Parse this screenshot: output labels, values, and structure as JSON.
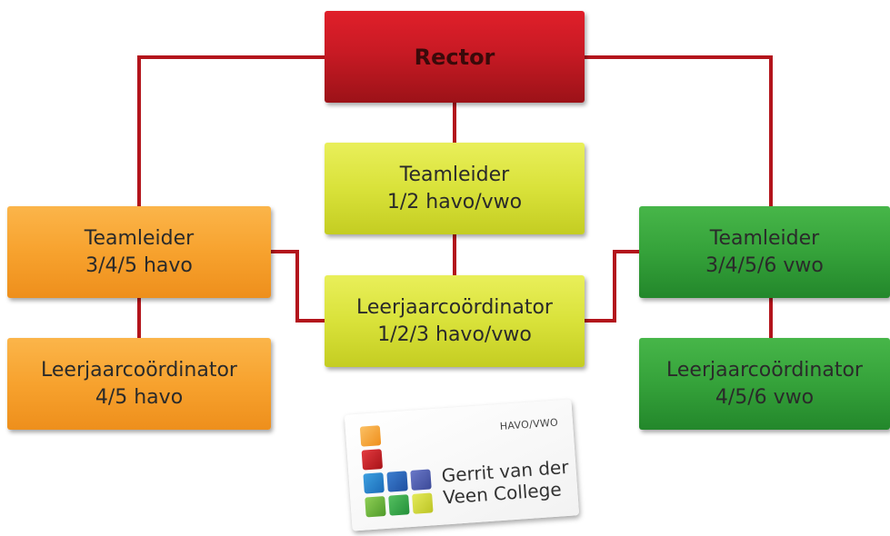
{
  "colors": {
    "connector": "#b3151c",
    "rector": "#c81a24",
    "yellow": "#d9e23a",
    "orange": "#f7a22e",
    "green": "#35a23a"
  },
  "rector": {
    "label": "Rector"
  },
  "center": {
    "teamleider": {
      "line1": "Teamleider",
      "line2": "1/2 havo/vwo"
    },
    "coordinator": {
      "line1": "Leerjaarcoördinator",
      "line2": "1/2/3 havo/vwo"
    }
  },
  "left": {
    "teamleider": {
      "line1": "Teamleider",
      "line2": "3/4/5 havo"
    },
    "coordinator": {
      "line1": "Leerjaarcoördinator",
      "line2": "4/5 havo"
    }
  },
  "right": {
    "teamleider": {
      "line1": "Teamleider",
      "line2": "3/4/5/6 vwo"
    },
    "coordinator": {
      "line1": "Leerjaarcoördinator",
      "line2": "4/5/6 vwo"
    }
  },
  "logo": {
    "subtitle": "HAVO/VWO",
    "name_line1": "Gerrit van der",
    "name_line2": "Veen College"
  }
}
